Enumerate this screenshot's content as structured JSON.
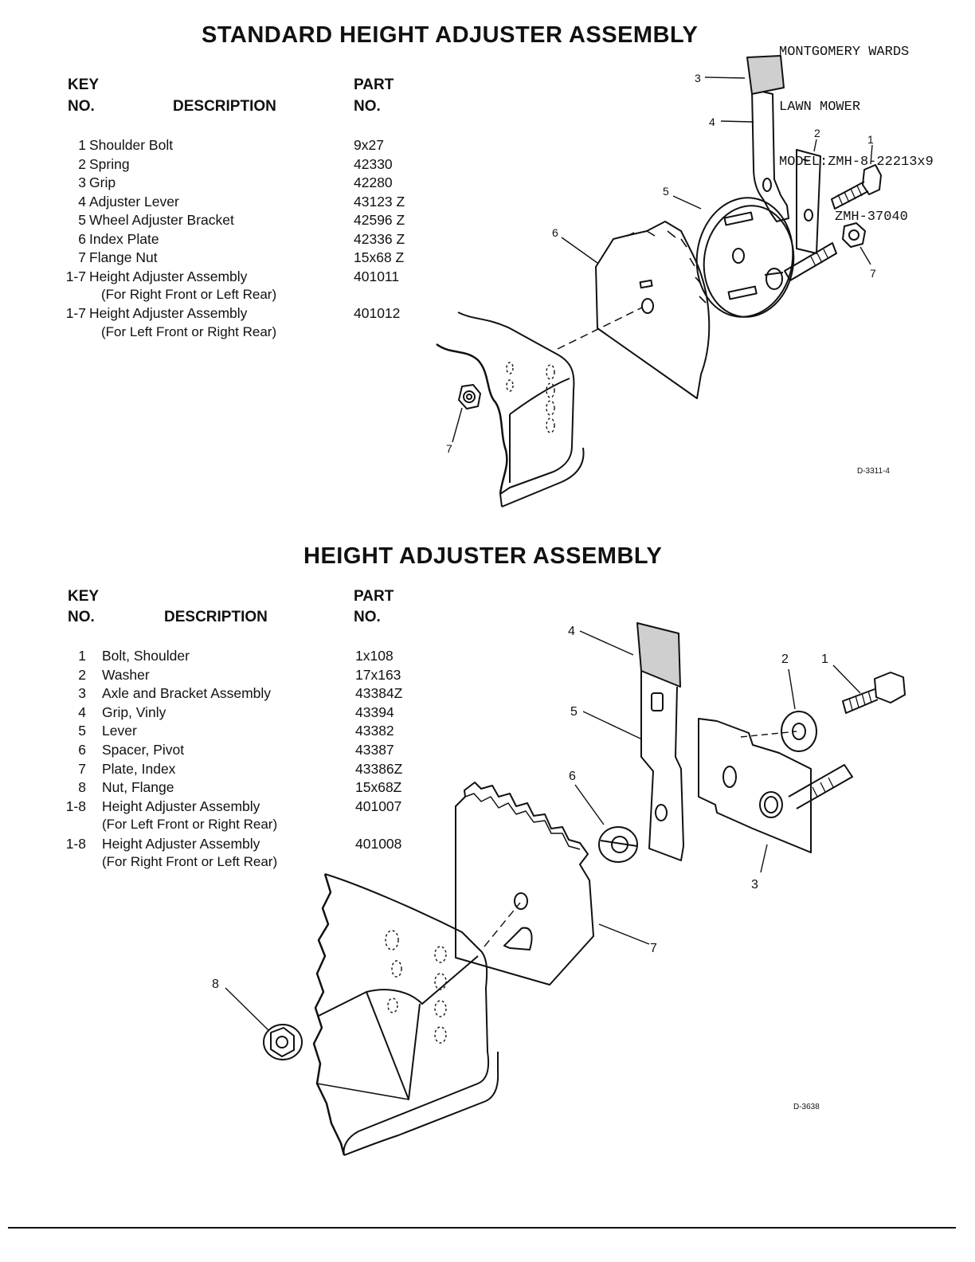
{
  "header_note": {
    "line1": "MONTGOMERY WARDS",
    "line2": "LAWN MOWER",
    "line3": "MODEL:ZMH-8-22213x9",
    "line4": "ZMH-37040"
  },
  "section1": {
    "title": "STANDARD HEIGHT ADJUSTER ASSEMBLY",
    "col_key_1": "KEY",
    "col_key_2": "NO.",
    "col_desc": "DESCRIPTION",
    "col_part_1": "PART",
    "col_part_2": "NO.",
    "rows": [
      {
        "key": "1",
        "desc": "Shoulder Bolt",
        "part": "9x27"
      },
      {
        "key": "2",
        "desc": "Spring",
        "part": "42330"
      },
      {
        "key": "3",
        "desc": "Grip",
        "part": "42280"
      },
      {
        "key": "4",
        "desc": "Adjuster Lever",
        "part": "43123 Z"
      },
      {
        "key": "5",
        "desc": "Wheel Adjuster Bracket",
        "part": "42596 Z"
      },
      {
        "key": "6",
        "desc": "Index Plate",
        "part": "42336 Z"
      },
      {
        "key": "7",
        "desc": "Flange Nut",
        "part": "15x68 Z"
      },
      {
        "key": "1-7",
        "desc": "Height Adjuster Assembly",
        "part": "401011",
        "note": "(For Right Front or Left Rear)"
      },
      {
        "key": "1-7",
        "desc": "Height Adjuster Assembly",
        "part": "401012",
        "note": "(For Left Front or Right Rear)"
      }
    ],
    "diagram_code": "D-3311-4",
    "callouts": [
      "1",
      "2",
      "3",
      "4",
      "5",
      "6",
      "7",
      "7"
    ]
  },
  "section2": {
    "title": "HEIGHT ADJUSTER ASSEMBLY",
    "col_key_1": "KEY",
    "col_key_2": "NO.",
    "col_desc": "DESCRIPTION",
    "col_part_1": "PART",
    "col_part_2": "NO.",
    "rows": [
      {
        "key": "1",
        "desc": "Bolt, Shoulder",
        "part": "1x108"
      },
      {
        "key": "2",
        "desc": "Washer",
        "part": "17x163"
      },
      {
        "key": "3",
        "desc": "Axle and Bracket Assembly",
        "part": "43384Z"
      },
      {
        "key": "4",
        "desc": "Grip, Vinly",
        "part": "43394"
      },
      {
        "key": "5",
        "desc": "Lever",
        "part": "43382"
      },
      {
        "key": "6",
        "desc": "Spacer, Pivot",
        "part": "43387"
      },
      {
        "key": "7",
        "desc": "Plate, Index",
        "part": "43386Z"
      },
      {
        "key": "8",
        "desc": "Nut, Flange",
        "part": "15x68Z"
      },
      {
        "key": "1-8",
        "desc": "Height Adjuster Assembly",
        "part": "401007",
        "note": "(For Left Front or Right Rear)"
      },
      {
        "key": "1-8",
        "desc": "Height Adjuster Assembly",
        "part": "401008",
        "note": "(For Right Front or Left Rear)"
      }
    ],
    "diagram_code": "D-3638",
    "callouts": [
      "1",
      "2",
      "3",
      "4",
      "5",
      "6",
      "7",
      "8"
    ]
  }
}
